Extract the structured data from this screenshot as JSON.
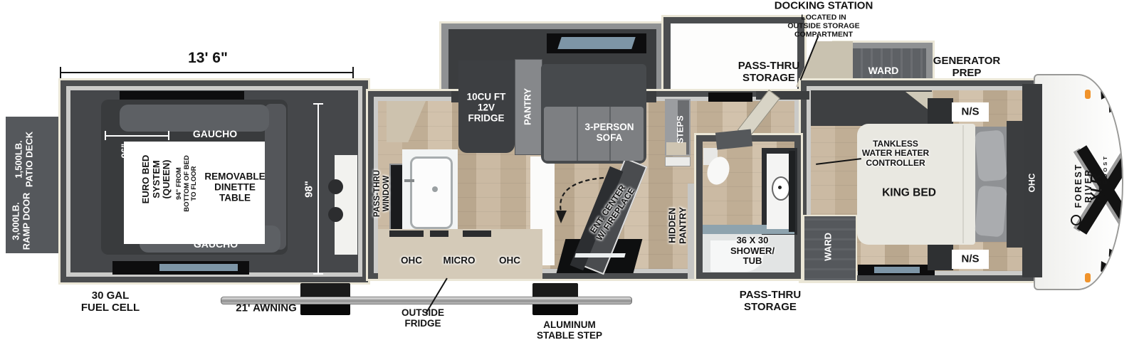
{
  "colors": {
    "wall": "#4b4d4f",
    "trim": "#ebe7d7",
    "wood_floor": "#c7b6a0",
    "garage_floor": "#45474a",
    "water_glass": "#7d95a6",
    "marker_light": "#f0932b"
  },
  "dims": {
    "length": "13' 6\"",
    "garage_width": "96\"",
    "garage_height": "98\""
  },
  "exterior": {
    "docking_station_title": "DOCKING STATION",
    "docking_station_note": "LOCATED IN\nOUTSIDE STORAGE\nCOMPARTMENT",
    "pass_thru_storage_top": "PASS-THRU\nSTORAGE",
    "generator_prep": "GENERATOR\nPREP",
    "patio_deck": "1,500LB.\nPATIO DECK",
    "ramp_door": "3,000LB.\nRAMP DOOR",
    "fuel_cell": "30 GAL\nFUEL CELL",
    "awning": "21' AWNING",
    "outside_fridge": "OUTSIDE\nFRIDGE",
    "stable_step": "ALUMINUM\nSTABLE STEP",
    "pass_thru_storage_bottom": "PASS-THRU\nSTORAGE"
  },
  "garage": {
    "gaucho_top": "GAUCHO",
    "gaucho_bottom": "GAUCHO",
    "euro_bed": "EURO BED\nSYSTEM\n(QUEEN)",
    "bed_height_note": "94\" FROM\nBOTTOM OF BED\nTO FLOOR",
    "dinette": "REMOVABLE\nDINETTE\nTABLE"
  },
  "living": {
    "pass_thru_window": "PASS-THRU\nWINDOW",
    "fridge": "10CU FT\n12V\nFRIDGE",
    "pantry": "PANTRY",
    "sofa": "3-PERSON\nSOFA",
    "ohc_left": "OHC",
    "micro": "MICRO",
    "ohc_right": "OHC",
    "ent_center": "ENT. CENTER\nW/ FIREPLACE",
    "steps": "STEPS",
    "hidden_pantry": "HIDDEN\nPANTRY"
  },
  "bathroom": {
    "shower_tub": "36 X 30\nSHOWER/\nTUB"
  },
  "bedroom": {
    "ward_slide": "WARD",
    "ward_closet": "WARD",
    "tankless_note": "TANKLESS\nWATER HEATER\nCONTROLLER",
    "king_bed": "KING BED",
    "ns_front": "N/S",
    "ns_rear": "N/S",
    "ohc": "OHC"
  },
  "front_cap": {
    "brand": "FOREST RIVER",
    "model": "XLR",
    "submodel": "BOOST"
  }
}
